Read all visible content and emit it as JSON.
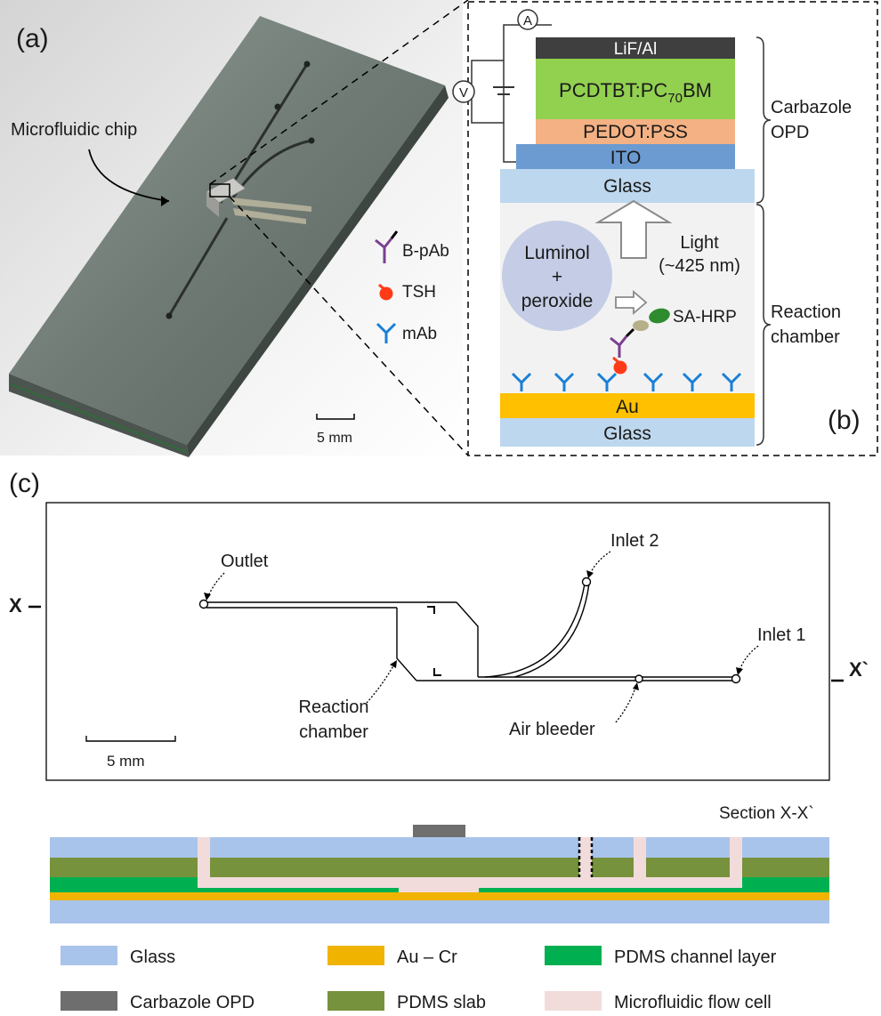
{
  "panel_a": {
    "label": "(a)",
    "chip_label": "Microfluidic chip",
    "scale_bar": "5 mm",
    "legend": [
      {
        "icon": "biotinylated-antibody-icon",
        "label": "B-pAb"
      },
      {
        "icon": "tsh-antigen-icon",
        "label": "TSH"
      },
      {
        "icon": "monoclonal-antibody-icon",
        "label": "mAb"
      }
    ]
  },
  "panel_b": {
    "label": "(b)",
    "ammeter": "A",
    "voltmeter": "V",
    "layers": {
      "lif_al": "LiF/Al",
      "active_prefix": "PCDTBT:PC",
      "active_sub": "70",
      "active_suffix": "BM",
      "pedot": "PEDOT:PSS",
      "ito": "ITO",
      "glass_top": "Glass",
      "au": "Au",
      "glass_bottom": "Glass"
    },
    "luminol": [
      "Luminol",
      "+",
      "peroxide"
    ],
    "light": [
      "Light",
      "(~425 nm)"
    ],
    "sa_hrp": "SA-HRP",
    "brace_opd": [
      "Carbazole",
      "OPD"
    ],
    "brace_chamber": [
      "Reaction",
      "chamber"
    ]
  },
  "panel_c": {
    "label": "(c)",
    "x_left": "X",
    "x_right": "X`",
    "outlet": "Outlet",
    "inlet2": "Inlet 2",
    "inlet1": "Inlet 1",
    "reaction_chamber": [
      "Reaction",
      "chamber"
    ],
    "air_bleeder": "Air bleeder",
    "scale_bar": "5 mm",
    "section_title": "Section X-X`",
    "legend": [
      {
        "label": "Glass",
        "color": "#a9c4ea"
      },
      {
        "label": "Au – Cr",
        "color": "#f0b400"
      },
      {
        "label": "PDMS channel layer",
        "color": "#00b050"
      },
      {
        "label": "Carbazole OPD",
        "color": "#6e6e6e"
      },
      {
        "label": "PDMS slab",
        "color": "#76923c"
      },
      {
        "label": "Microfluidic flow cell",
        "color": "#f2dcdb"
      }
    ]
  }
}
